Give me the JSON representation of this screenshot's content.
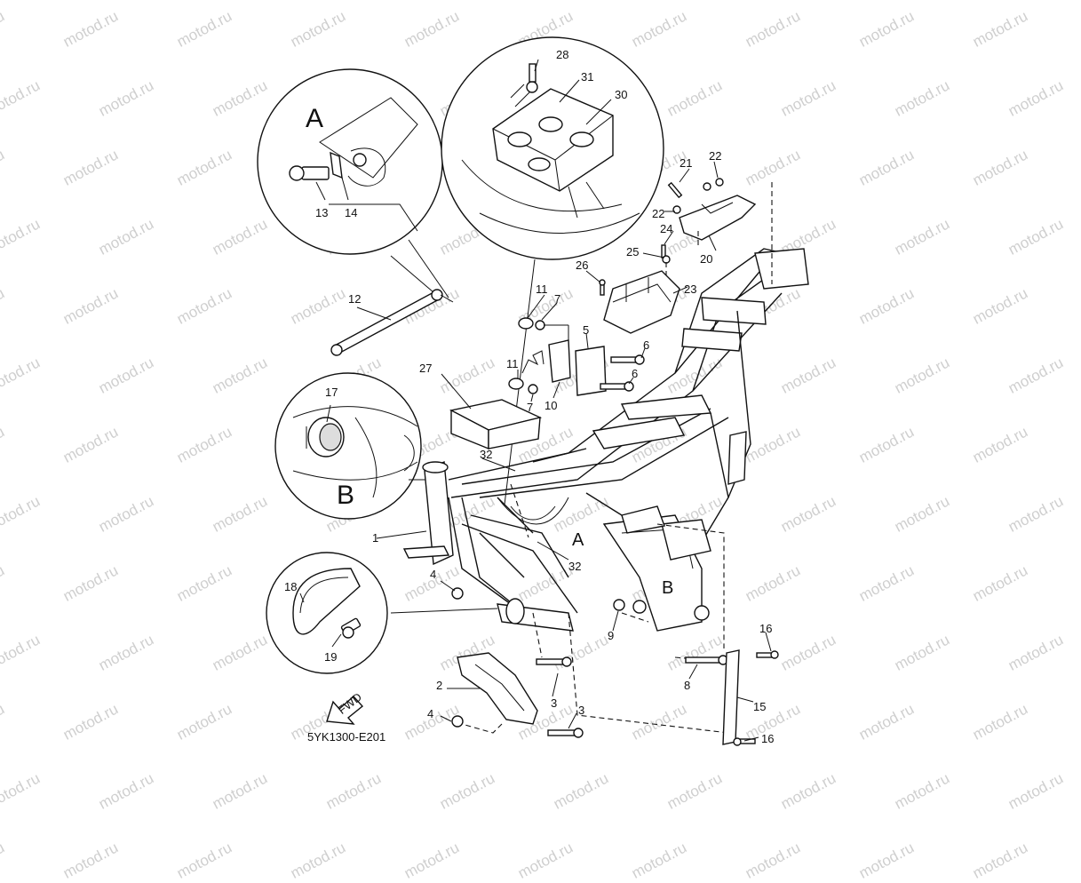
{
  "watermark": "motod.ru",
  "drawing_code": "5YK1300-E201",
  "fwd_text": "FWD",
  "detail_labels": {
    "A": "A",
    "B": "B"
  },
  "parts": [
    "1",
    "2",
    "3",
    "4",
    "5",
    "6",
    "7",
    "8",
    "9",
    "10",
    "11",
    "12",
    "13",
    "14",
    "15",
    "16",
    "17",
    "18",
    "19",
    "20",
    "21",
    "22",
    "23",
    "24",
    "25",
    "26",
    "27",
    "28",
    "30",
    "31",
    "32"
  ]
}
